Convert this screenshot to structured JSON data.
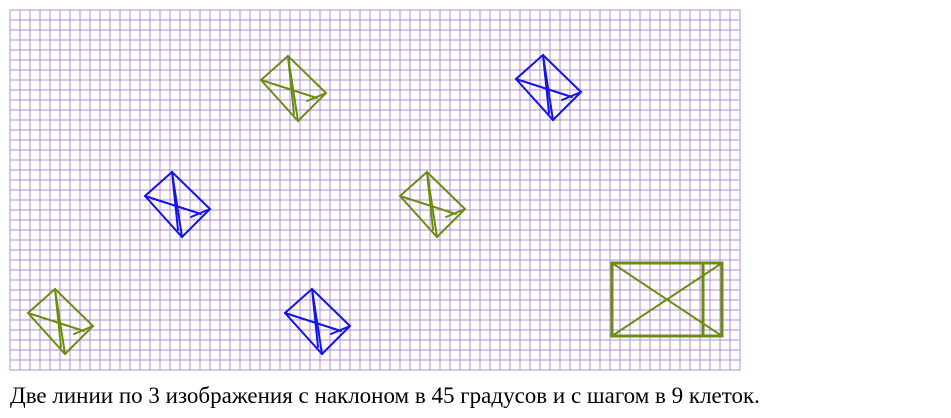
{
  "caption": "Две линии по 3 изображения с наклоном в 45 градусов и с шагом в 9 клеток.",
  "colors": {
    "grid_line": "#b48cd2",
    "green_figure": "#6b8e12",
    "blue_figure": "#1414e6",
    "background": "#ffffff"
  },
  "figures": [
    {
      "name": "rotated-rectangle-figure",
      "color": "green",
      "style": "rotated-45"
    },
    {
      "name": "rotated-rectangle-figure",
      "color": "blue",
      "style": "rotated-45"
    },
    {
      "name": "rotated-rectangle-figure",
      "color": "blue",
      "style": "rotated-45"
    },
    {
      "name": "rotated-rectangle-figure",
      "color": "green",
      "style": "rotated-45"
    },
    {
      "name": "rotated-rectangle-figure",
      "color": "green",
      "style": "rotated-45"
    },
    {
      "name": "rotated-rectangle-figure",
      "color": "blue",
      "style": "rotated-45"
    },
    {
      "name": "reference-rectangle-figure",
      "color": "green",
      "style": "upright"
    }
  ]
}
